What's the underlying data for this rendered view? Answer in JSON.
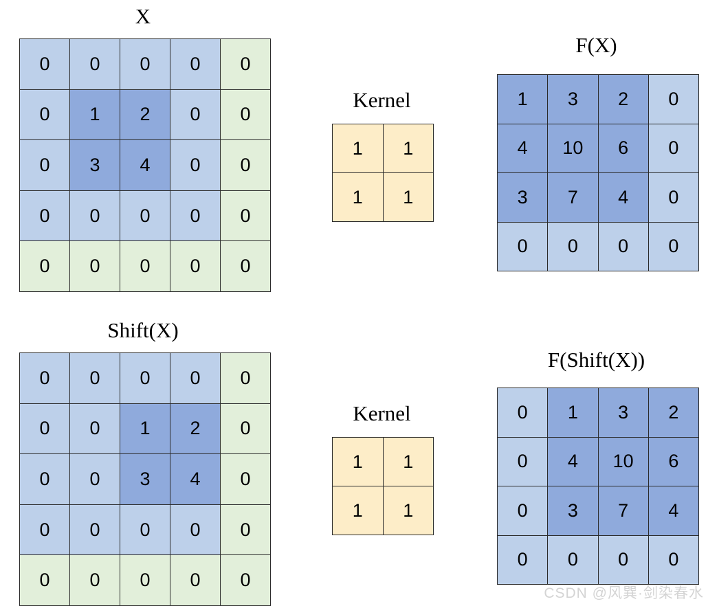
{
  "colors": {
    "blue_dark": "#8faadc",
    "blue_light": "#bdd0ea",
    "green": "#e2efda",
    "cream": "#fdedc8",
    "border": "#2b2b2b",
    "text": "#000000",
    "watermark": "#d4d4d4",
    "background": "#ffffff"
  },
  "panels": {
    "x": {
      "title": "X",
      "rows": 5,
      "cols": 5,
      "values": [
        [
          "0",
          "0",
          "0",
          "0",
          "0"
        ],
        [
          "0",
          "1",
          "2",
          "0",
          "0"
        ],
        [
          "0",
          "3",
          "4",
          "0",
          "0"
        ],
        [
          "0",
          "0",
          "0",
          "0",
          "0"
        ],
        [
          "0",
          "0",
          "0",
          "0",
          "0"
        ]
      ],
      "fills": [
        [
          "blue-light",
          "blue-light",
          "blue-light",
          "blue-light",
          "green"
        ],
        [
          "blue-light",
          "blue-dark",
          "blue-dark",
          "blue-light",
          "green"
        ],
        [
          "blue-light",
          "blue-dark",
          "blue-dark",
          "blue-light",
          "green"
        ],
        [
          "blue-light",
          "blue-light",
          "blue-light",
          "blue-light",
          "green"
        ],
        [
          "green",
          "green",
          "green",
          "green",
          "green"
        ]
      ]
    },
    "kernel_1": {
      "title": "Kernel",
      "rows": 2,
      "cols": 2,
      "values": [
        [
          "1",
          "1"
        ],
        [
          "1",
          "1"
        ]
      ],
      "fills": [
        [
          "cream",
          "cream"
        ],
        [
          "cream",
          "cream"
        ]
      ]
    },
    "fx": {
      "title": "F(X)",
      "rows": 4,
      "cols": 4,
      "values": [
        [
          "1",
          "3",
          "2",
          "0"
        ],
        [
          "4",
          "10",
          "6",
          "0"
        ],
        [
          "3",
          "7",
          "4",
          "0"
        ],
        [
          "0",
          "0",
          "0",
          "0"
        ]
      ],
      "fills": [
        [
          "blue-dark",
          "blue-dark",
          "blue-dark",
          "blue-light"
        ],
        [
          "blue-dark",
          "blue-dark",
          "blue-dark",
          "blue-light"
        ],
        [
          "blue-dark",
          "blue-dark",
          "blue-dark",
          "blue-light"
        ],
        [
          "blue-light",
          "blue-light",
          "blue-light",
          "blue-light"
        ]
      ]
    },
    "shift_x": {
      "title": "Shift(X)",
      "rows": 5,
      "cols": 5,
      "values": [
        [
          "0",
          "0",
          "0",
          "0",
          "0"
        ],
        [
          "0",
          "0",
          "1",
          "2",
          "0"
        ],
        [
          "0",
          "0",
          "3",
          "4",
          "0"
        ],
        [
          "0",
          "0",
          "0",
          "0",
          "0"
        ],
        [
          "0",
          "0",
          "0",
          "0",
          "0"
        ]
      ],
      "fills": [
        [
          "blue-light",
          "blue-light",
          "blue-light",
          "blue-light",
          "green"
        ],
        [
          "blue-light",
          "blue-light",
          "blue-dark",
          "blue-dark",
          "green"
        ],
        [
          "blue-light",
          "blue-light",
          "blue-dark",
          "blue-dark",
          "green"
        ],
        [
          "blue-light",
          "blue-light",
          "blue-light",
          "blue-light",
          "green"
        ],
        [
          "green",
          "green",
          "green",
          "green",
          "green"
        ]
      ]
    },
    "kernel_2": {
      "title": "Kernel",
      "rows": 2,
      "cols": 2,
      "values": [
        [
          "1",
          "1"
        ],
        [
          "1",
          "1"
        ]
      ],
      "fills": [
        [
          "cream",
          "cream"
        ],
        [
          "cream",
          "cream"
        ]
      ]
    },
    "f_shift_x": {
      "title": "F(Shift(X))",
      "rows": 4,
      "cols": 4,
      "values": [
        [
          "0",
          "1",
          "3",
          "2"
        ],
        [
          "0",
          "4",
          "10",
          "6"
        ],
        [
          "0",
          "3",
          "7",
          "4"
        ],
        [
          "0",
          "0",
          "0",
          "0"
        ]
      ],
      "fills": [
        [
          "blue-light",
          "blue-dark",
          "blue-dark",
          "blue-dark"
        ],
        [
          "blue-light",
          "blue-dark",
          "blue-dark",
          "blue-dark"
        ],
        [
          "blue-light",
          "blue-dark",
          "blue-dark",
          "blue-dark"
        ],
        [
          "blue-light",
          "blue-light",
          "blue-light",
          "blue-light"
        ]
      ]
    }
  },
  "watermark": "CSDN @风巽·剑染春水"
}
